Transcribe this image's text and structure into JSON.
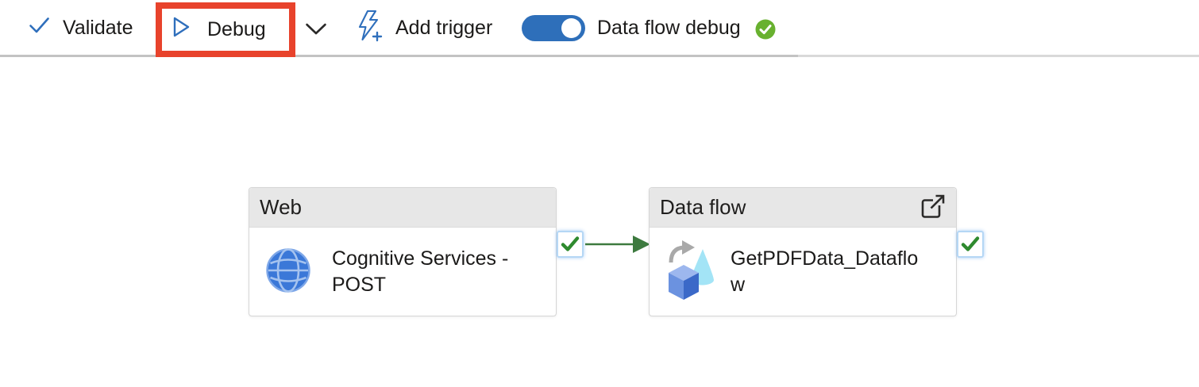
{
  "toolbar": {
    "validate_label": "Validate",
    "debug_label": "Debug",
    "add_trigger_label": "Add trigger",
    "dataflow_debug_label": "Data flow debug",
    "dataflow_debug_on": true,
    "dataflow_debug_status": "connected"
  },
  "colors": {
    "accent_blue": "#2f6fbc",
    "toggle_blue": "#2e6fba",
    "annotation_red": "#e8432c",
    "status_badge_green": "#68b12f",
    "connector_green": "#3d7a3f",
    "check_green": "#2e8a2e",
    "node_header_gray": "#e7e7e7"
  },
  "canvas": {
    "nodes": [
      {
        "type_label": "Web",
        "name": "Cognitive Services - POST",
        "icon": "globe-icon",
        "status": "succeeded"
      },
      {
        "type_label": "Data flow",
        "name": "GetPDFData_Dataflow",
        "icon": "dataflow-icon",
        "status": "succeeded"
      }
    ],
    "connection": {
      "from": "Cognitive Services - POST",
      "to": "GetPDFData_Dataflow",
      "status": "succeeded"
    }
  }
}
